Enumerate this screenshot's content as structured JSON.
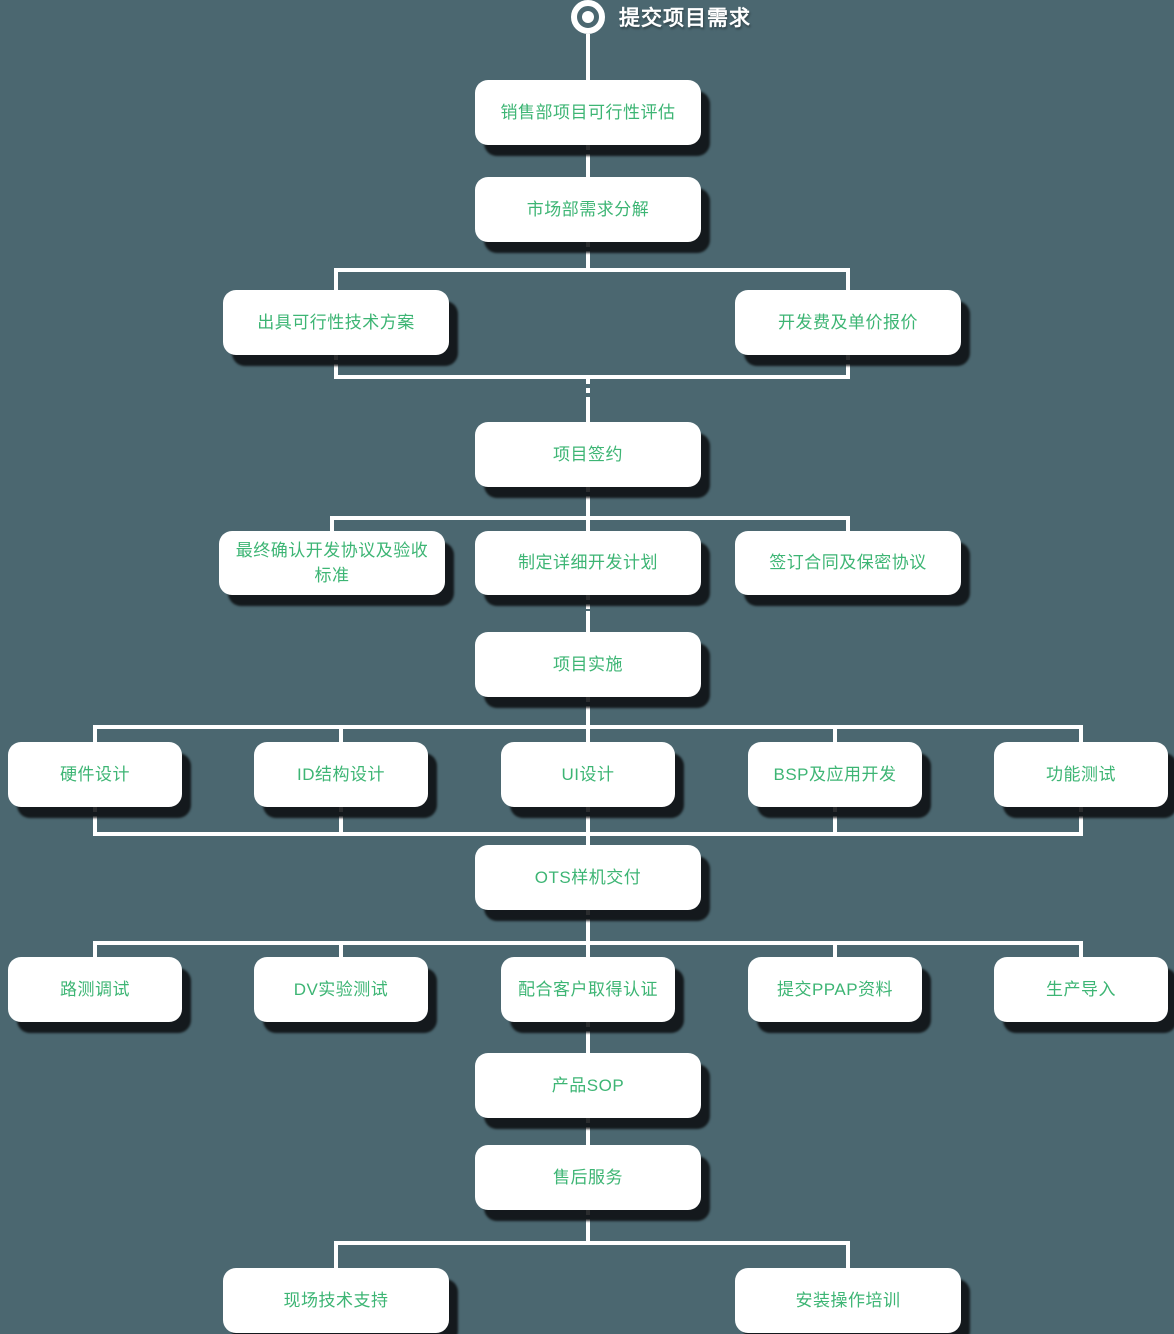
{
  "colors": {
    "background": "#4B6770",
    "node_background": "#FFFFFF",
    "node_text_green": "#3DB574",
    "connector_line": "#FFFFFF",
    "node_shadow": "rgba(12,15,17,0.88)",
    "title_text": "#FFFFFF"
  },
  "title": {
    "icon": "bullseye-icon",
    "label": "提交项目需求"
  },
  "nodes": {
    "sales_feasibility": "销售部项目可行性评估",
    "market_breakdown": "市场部需求分解",
    "tech_plan": "出具可行性技术方案",
    "dev_quote": "开发费及单价报价",
    "contract_sign": "项目签约",
    "dev_agreement": "最终确认开发协议及验收标准",
    "dev_plan": "制定详细开发计划",
    "nda": "签订合同及保密协议",
    "implementation": "项目实施",
    "hw_design": "硬件设计",
    "id_design": "ID结构设计",
    "ui_design": "UI设计",
    "bsp_dev": "BSP及应用开发",
    "func_test": "功能测试",
    "ots_delivery": "OTS样机交付",
    "road_test": "路测调试",
    "dv_test": "DV实验测试",
    "certification": "配合客户取得认证",
    "ppap": "提交PPAP资料",
    "production": "生产导入",
    "sop": "产品SOP",
    "after_sales": "售后服务",
    "onsite_support": "现场技术支持",
    "install_training": "安装操作培训"
  }
}
